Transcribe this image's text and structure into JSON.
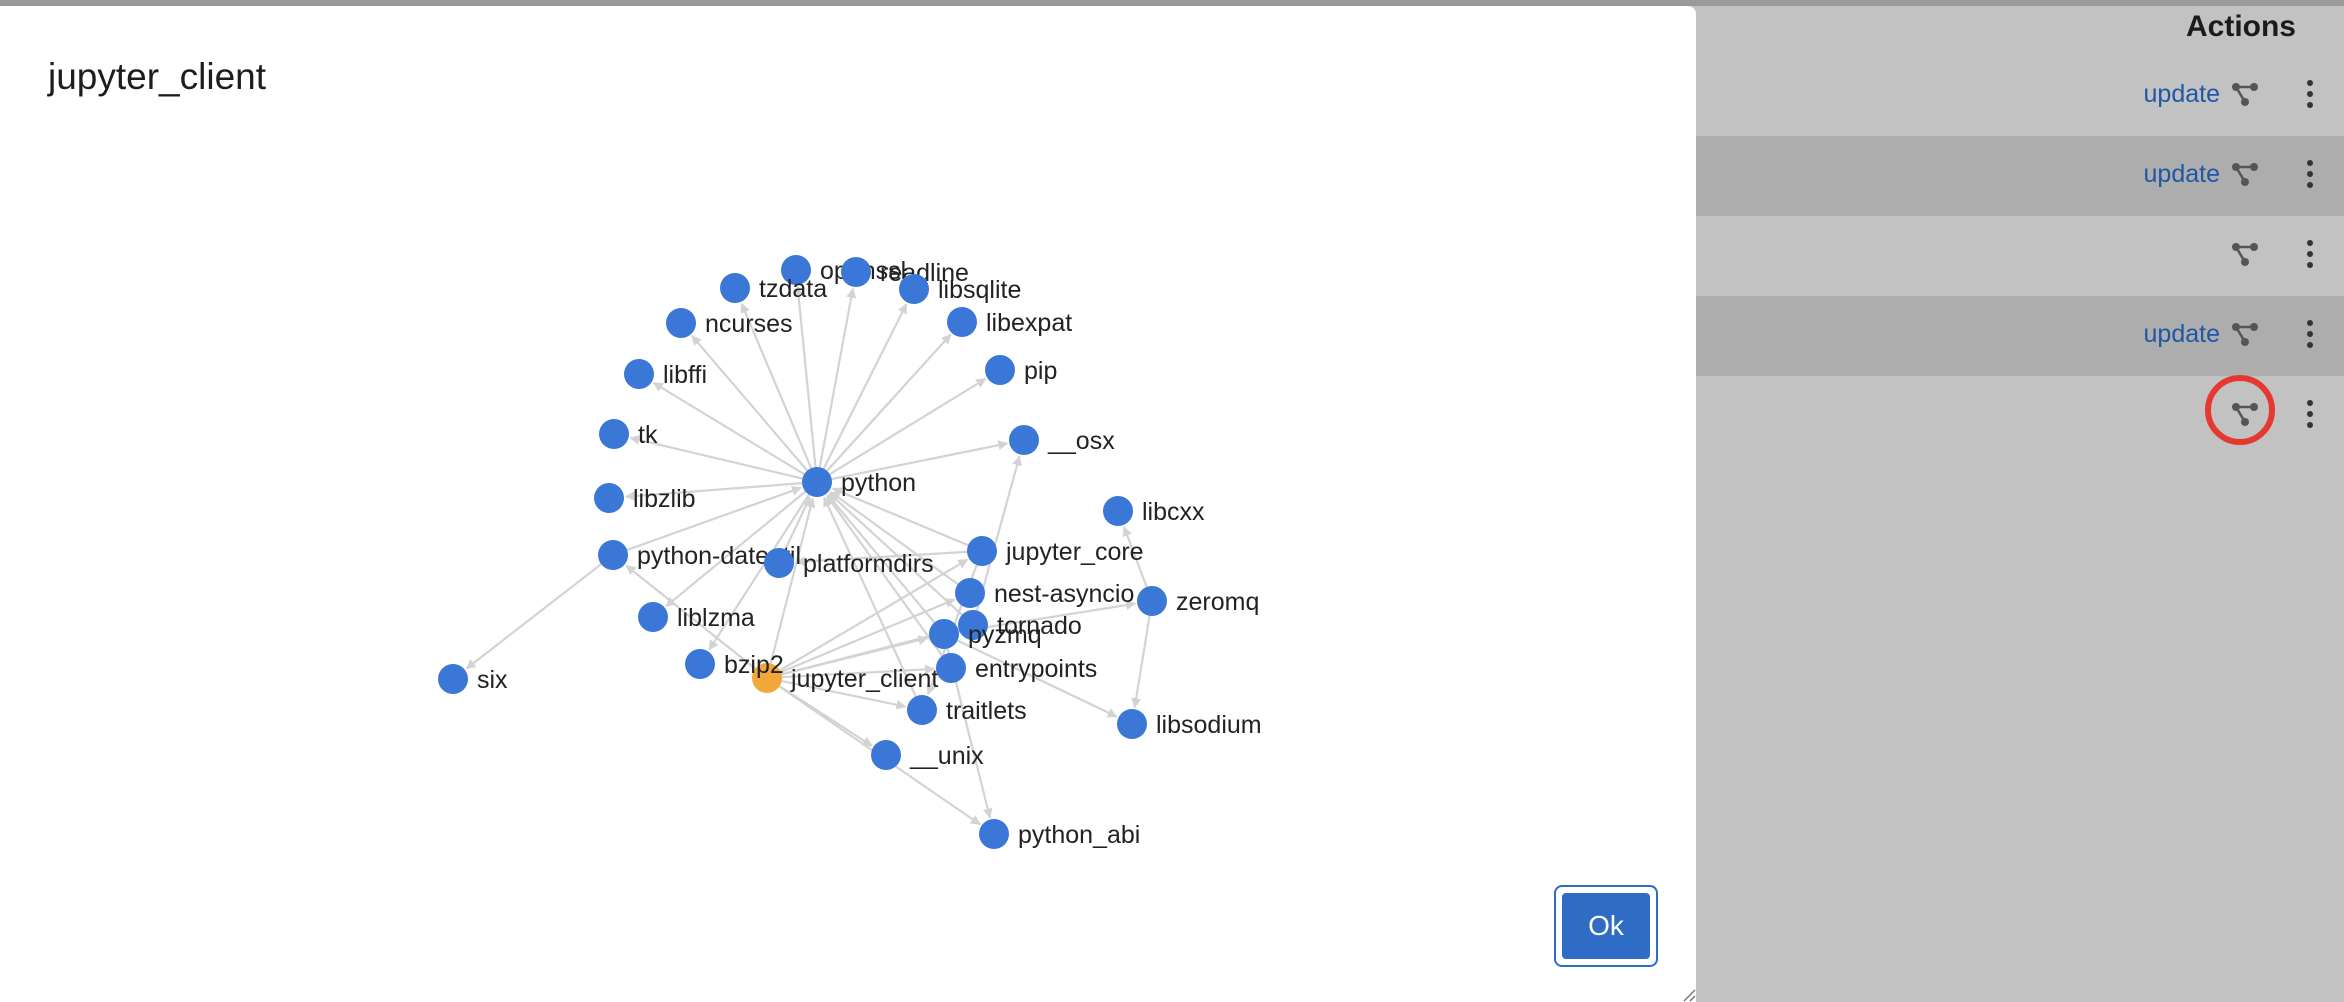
{
  "modal": {
    "title": "jupyter_client",
    "ok_label": "Ok"
  },
  "actions": {
    "header": "Actions",
    "rows": [
      {
        "update_label": "update"
      },
      {
        "update_label": "update"
      },
      {
        "update_label": ""
      },
      {
        "update_label": "update"
      },
      {
        "update_label": ""
      }
    ]
  },
  "graph": {
    "root": "jupyter_client",
    "colors": {
      "node": "#3a77d6",
      "root": "#f0a83a",
      "edge": "#d3d3d3"
    },
    "nodes": [
      "jupyter_client",
      "python",
      "openssl",
      "readline",
      "tzdata",
      "libsqlite",
      "ncurses",
      "libexpat",
      "libffi",
      "pip",
      "tk",
      "__osx",
      "libzlib",
      "libcxx",
      "python-dateutil",
      "platformdirs",
      "jupyter_core",
      "nest-asyncio",
      "zeromq",
      "liblzma",
      "tornado",
      "pyzmq",
      "bzip2",
      "entrypoints",
      "six",
      "traitlets",
      "libsodium",
      "__unix",
      "python_abi"
    ],
    "edges": [
      [
        "python",
        "openssl"
      ],
      [
        "python",
        "readline"
      ],
      [
        "python",
        "tzdata"
      ],
      [
        "python",
        "libsqlite"
      ],
      [
        "python",
        "ncurses"
      ],
      [
        "python",
        "libexpat"
      ],
      [
        "python",
        "libffi"
      ],
      [
        "python",
        "pip"
      ],
      [
        "python",
        "tk"
      ],
      [
        "python",
        "__osx"
      ],
      [
        "python",
        "libzlib"
      ],
      [
        "python",
        "liblzma"
      ],
      [
        "python",
        "bzip2"
      ],
      [
        "python-dateutil",
        "python"
      ],
      [
        "python-dateutil",
        "six"
      ],
      [
        "platformdirs",
        "python"
      ],
      [
        "jupyter_core",
        "python"
      ],
      [
        "jupyter_core",
        "platformdirs"
      ],
      [
        "jupyter_core",
        "traitlets"
      ],
      [
        "nest-asyncio",
        "python"
      ],
      [
        "tornado",
        "python"
      ],
      [
        "tornado",
        "__osx"
      ],
      [
        "pyzmq",
        "python"
      ],
      [
        "pyzmq",
        "zeromq"
      ],
      [
        "pyzmq",
        "libsodium"
      ],
      [
        "pyzmq",
        "python_abi"
      ],
      [
        "zeromq",
        "libcxx"
      ],
      [
        "zeromq",
        "libsodium"
      ],
      [
        "entrypoints",
        "python"
      ],
      [
        "traitlets",
        "python"
      ],
      [
        "jupyter_client",
        "python"
      ],
      [
        "jupyter_client",
        "python-dateutil"
      ],
      [
        "jupyter_client",
        "jupyter_core"
      ],
      [
        "jupyter_client",
        "nest-asyncio"
      ],
      [
        "jupyter_client",
        "tornado"
      ],
      [
        "jupyter_client",
        "pyzmq"
      ],
      [
        "jupyter_client",
        "entrypoints"
      ],
      [
        "jupyter_client",
        "traitlets"
      ],
      [
        "jupyter_client",
        "__unix"
      ],
      [
        "jupyter_client",
        "python_abi"
      ]
    ]
  }
}
